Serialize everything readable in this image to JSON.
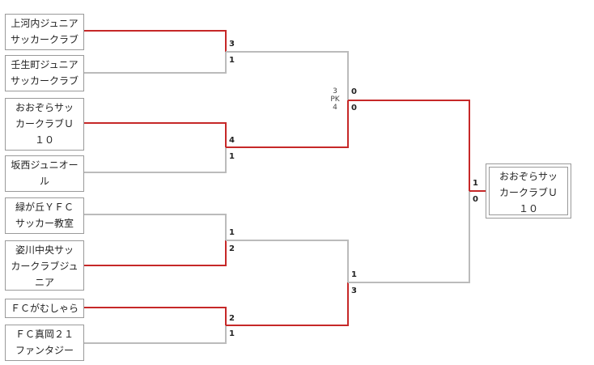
{
  "colors": {
    "win": "#c62828",
    "lose": "#bbbbbb"
  },
  "teams": [
    {
      "lines": [
        "上河内ジュニア",
        "サッカークラブ"
      ]
    },
    {
      "lines": [
        "壬生町ジュニア",
        "サッカークラブ"
      ]
    },
    {
      "lines": [
        "おおぞらサッ",
        "カークラブＵ",
        "１０"
      ]
    },
    {
      "lines": [
        "坂西ジュニオー",
        "ル"
      ]
    },
    {
      "lines": [
        "緑が丘ＹＦＣ",
        "サッカー教室"
      ]
    },
    {
      "lines": [
        "姿川中央サッ",
        "カークラブジュ",
        "ニア"
      ]
    },
    {
      "lines": [
        "ＦＣがむしゃら"
      ]
    },
    {
      "lines": [
        "ＦＣ真岡２１",
        "ファンタジー"
      ]
    }
  ],
  "round1": [
    {
      "top": "3",
      "bottom": "1"
    },
    {
      "top": "4",
      "bottom": "1"
    },
    {
      "top": "1",
      "bottom": "2"
    },
    {
      "top": "2",
      "bottom": "1"
    }
  ],
  "round2": [
    {
      "top": "0",
      "bottom": "0",
      "pk": [
        "3",
        "PK",
        "4"
      ]
    },
    {
      "top": "1",
      "bottom": "3"
    }
  ],
  "final": {
    "top": "1",
    "bottom": "0"
  },
  "champion": {
    "lines": [
      "おおぞらサッ",
      "カークラブＵ",
      "１０"
    ]
  }
}
